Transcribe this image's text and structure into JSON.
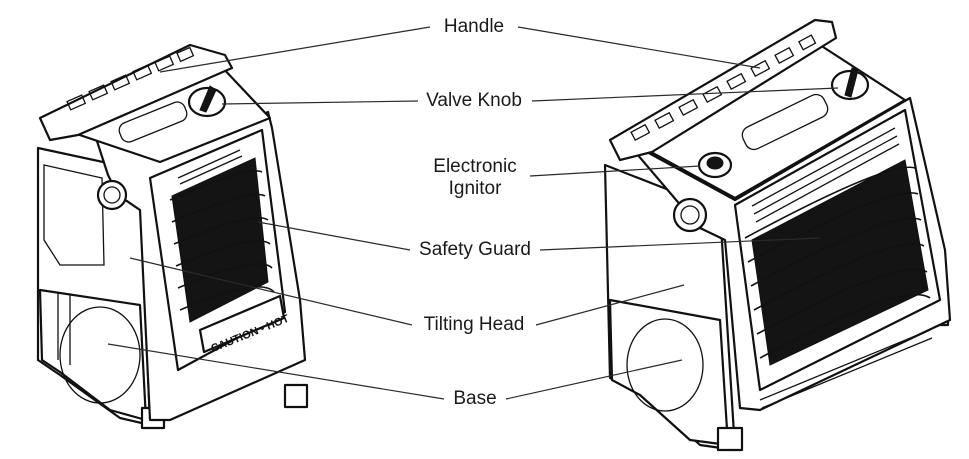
{
  "labels": {
    "handle": "Handle",
    "valve_knob": "Valve Knob",
    "electronic_ignitor_line1": "Electronic",
    "electronic_ignitor_line2": "Ignitor",
    "safety_guard": "Safety Guard",
    "tilting_head": "Tilting Head",
    "base": "Base"
  },
  "heater_markings": {
    "caution_text": "CAUTION - HOT"
  }
}
